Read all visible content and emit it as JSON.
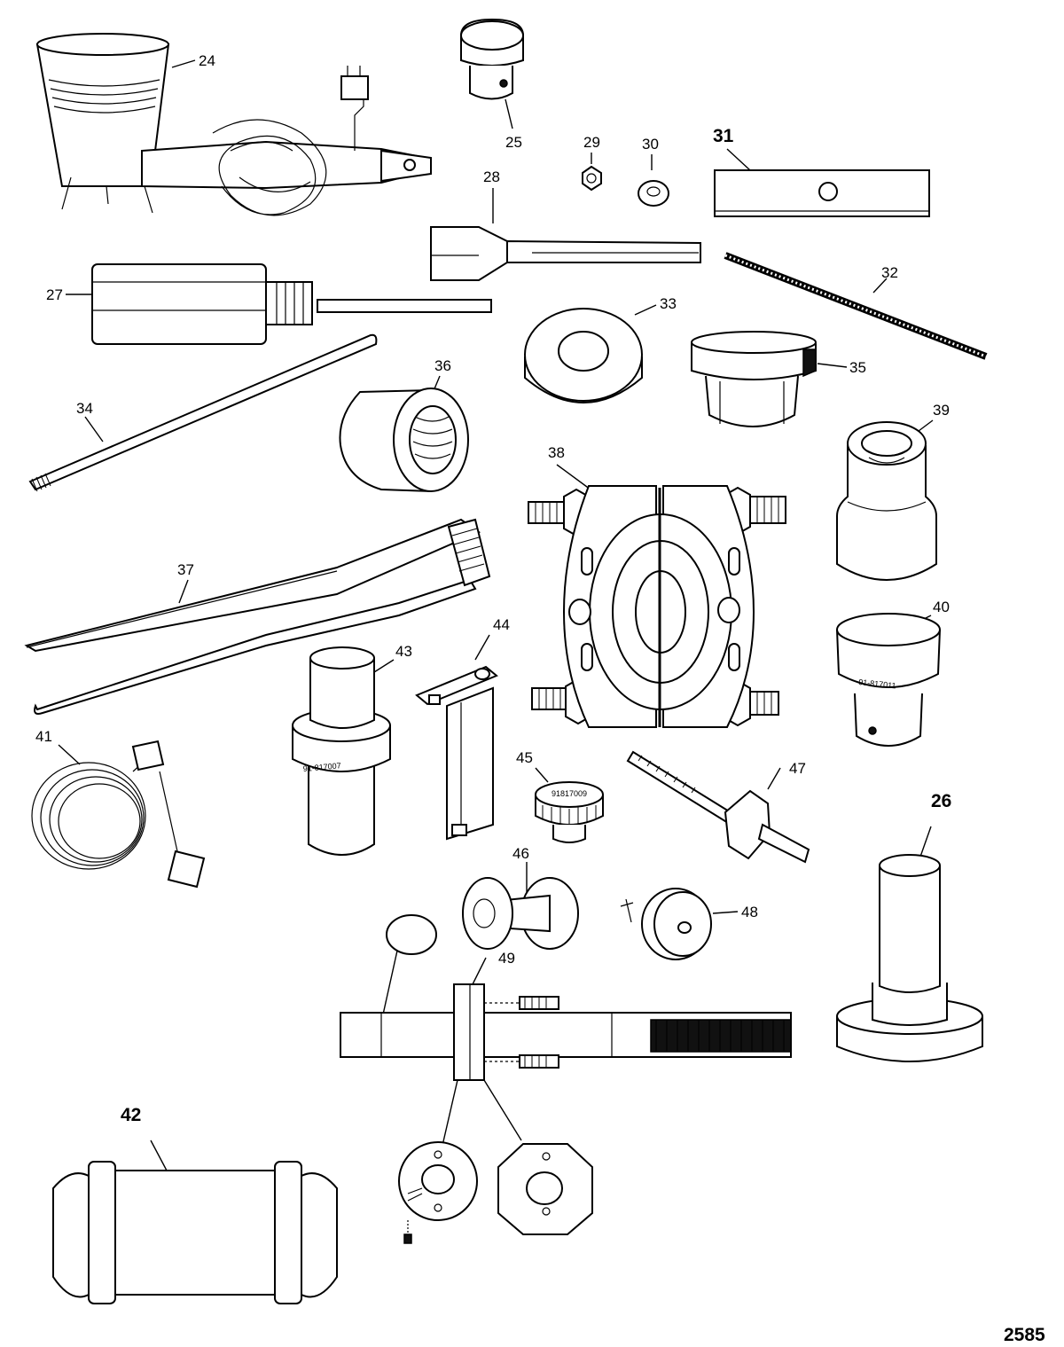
{
  "labels": {
    "p24": "24",
    "p25": "25",
    "p26": "26",
    "p27": "27",
    "p28": "28",
    "p29": "29",
    "p30": "30",
    "p31": "31",
    "p32": "32",
    "p33": "33",
    "p34": "34",
    "p35": "35",
    "p36": "36",
    "p37": "37",
    "p38": "38",
    "p39": "39",
    "p40": "40",
    "p41": "41",
    "p42": "42",
    "p43": "43",
    "p44": "44",
    "p45": "45",
    "p46": "46",
    "p47": "47",
    "p48": "48",
    "p49": "49"
  },
  "stamps": {
    "p40": "91-817011",
    "p43": "91-817007",
    "p45": "91817009"
  },
  "figure_number": "2585"
}
